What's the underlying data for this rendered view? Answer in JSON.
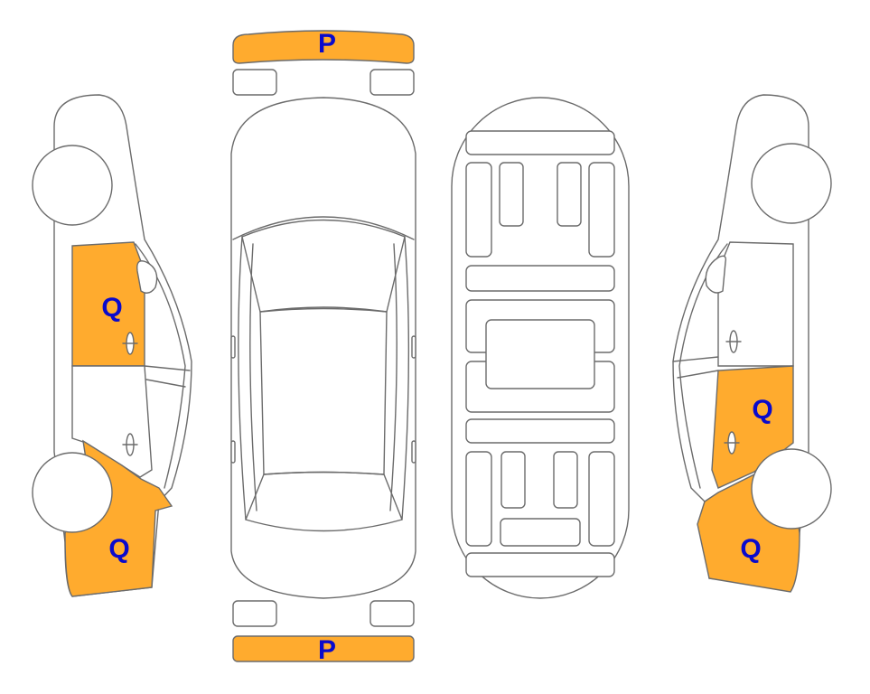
{
  "markers": {
    "front_bumper": "P",
    "rear_bumper": "P",
    "left_rear_door": "Q",
    "left_rear_quarter": "Q",
    "right_rear_door": "Q",
    "right_rear_quarter": "Q"
  },
  "colors": {
    "highlight": "#ffab2e",
    "label": "#0a0acc",
    "outline": "#6b6b6b"
  }
}
